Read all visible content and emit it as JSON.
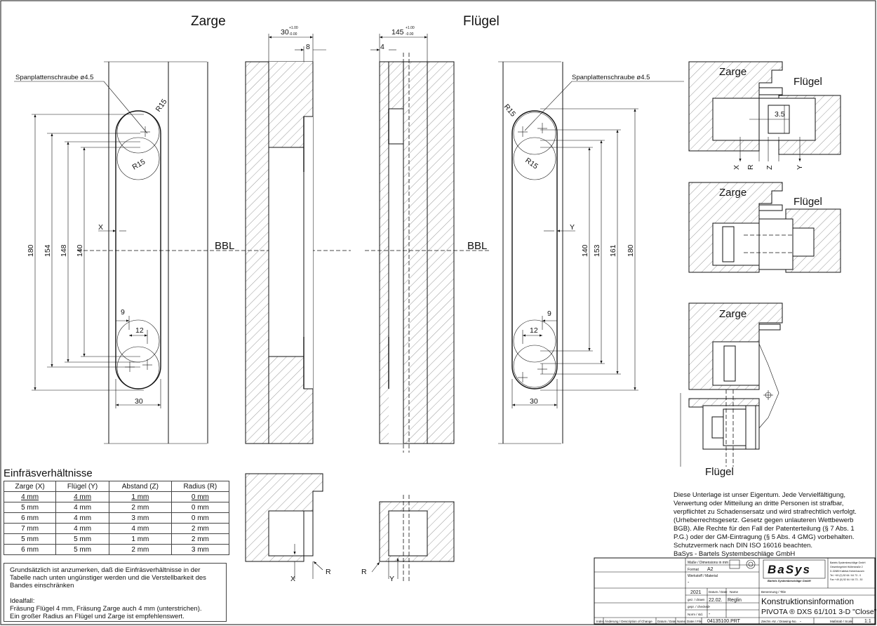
{
  "headings": {
    "frame": "Zarge",
    "sash": "Flügel",
    "ratio_title": "Einfräsverhältnisse"
  },
  "labels": {
    "screw_left": "Spanplattenschraube ø4.5",
    "screw_right": "Spanplattenschraube ø4.5",
    "bbl": "BBL",
    "r15": "R15",
    "x": "X",
    "y": "Y",
    "z": "Z",
    "r": "R",
    "dim_30_tol": "30",
    "dim_145_tol": "145",
    "tol_plus": "+1.00",
    "tol_minus": "-0.00",
    "dim_8": "8",
    "dim_4": "4",
    "dim_35": "3.5"
  },
  "dims_left": [
    "180",
    "154",
    "148",
    "140",
    "9",
    "12",
    "30"
  ],
  "dims_right": [
    "140",
    "153",
    "161",
    "180",
    "9",
    "12",
    "30"
  ],
  "detail_labels": {
    "zarge": "Zarge",
    "fluegel": "Flügel"
  },
  "ratio_table": {
    "headers": [
      "Zarge (X)",
      "Flügel (Y)",
      "Abstand (Z)",
      "Radius (R)"
    ],
    "rows": [
      [
        "4 mm",
        "4 mm",
        "1 mm",
        "0 mm"
      ],
      [
        "5 mm",
        "4 mm",
        "2 mm",
        "0 mm"
      ],
      [
        "6 mm",
        "4 mm",
        "3 mm",
        "0 mm"
      ],
      [
        "7 mm",
        "4 mm",
        "4 mm",
        "2 mm"
      ],
      [
        "5 mm",
        "5 mm",
        "1 mm",
        "2 mm"
      ],
      [
        "6 mm",
        "5 mm",
        "2 mm",
        "3 mm"
      ]
    ]
  },
  "notes": {
    "general": "Grundsätzlich ist anzumerken, daß die Einfräsverhältnisse in der Tabelle nach unten ungünstiger werden und die Verstellbarkeit des Bandes einschränken",
    "ideal_title": "Idealfall:",
    "ideal_line1": "Fräsung Flügel 4 mm, Fräsung Zarge auch 4 mm (unterstrichen).",
    "ideal_line2": "Ein großer Radius an Flügel und Zarge ist empfehlenswert."
  },
  "copyright": [
    "Diese Unterlage ist unser Eigentum. Jede Vervielfältigung,",
    "Verwertung oder Mitteilung an dritte Personen ist strafbar,",
    "verpflichtet zu Schadensersatz und wird strafrechtlich verfolgt.",
    "(Urheberrechtsgesetz. Gesetz gegen unlauteren Wettbewerb",
    "BGB). Alle Rechte für den Fall der Patenterteilung (§ 7 Abs. 1",
    "P.G.) oder der GM-Eintragung (§ 5 Abs. 4 GMG) vorbehalten.",
    "Schutzvermerk nach DIN ISO 16016 beachten.",
    "BaSys - Bartels Systembeschläge GmbH"
  ],
  "title_block": {
    "dims_label": "Maße / Dimensions in mm",
    "format_label": "Format",
    "format_value": "A2",
    "material_label": "Werkstoff / Material",
    "material_value": "-",
    "year": "2021",
    "date_label": "Datum / Date",
    "name_label": "Name",
    "drawn_label": "gez. / drawn",
    "drawn_date": "22.02.",
    "drawn_name": "Reglin",
    "checked_label": "gepr. / checked",
    "checked_value": "-",
    "norm_label": "Norm / std.",
    "norm_value": "-",
    "logo": "BaSys",
    "logo_sub": "Bartels Systembeschläge GmbH",
    "company_lines": [
      "Bartels Systembeschläge GmbH",
      "Gewerbegebiet Hüllerstraße 2",
      "D-32689 Kalletal-Hohenhausen",
      "Tel.   +49 (0) 52 64 / 64 73 - 0",
      "Fax   +49 (0) 52 64 / 64 73 - 30"
    ],
    "designation_label": "Benennung / Title",
    "title_line1": "Konstruktionsinformation",
    "title_line2": "PIVOTA ® DXS 61/101 3-D \"Close\"",
    "drawing_no_label": "Zeichn.-Nr. / Drawing-No.",
    "drawing_no": "-",
    "scale_label": "Maßstab / Scale",
    "scale": "1:1",
    "index_label": "Index",
    "change_label": "Änderung / Description of Change",
    "date2_label": "Datum / Date",
    "name2_label": "Name",
    "file_label": "Datei / File",
    "file_value": "04135100.PRT"
  }
}
